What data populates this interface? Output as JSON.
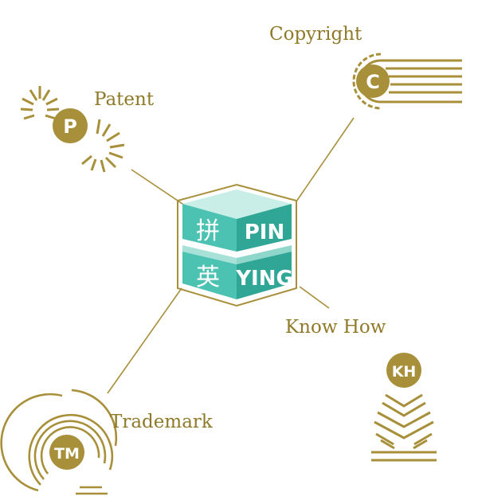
{
  "colors": {
    "gold": "#a88f3a",
    "teal_light": "#7fd3c7",
    "teal": "#3bb5a6",
    "teal_dark": "#2a9a8c",
    "white": "#ffffff"
  },
  "center": {
    "cn_top": "拼",
    "cn_bottom": "英",
    "en_top": "PIN",
    "en_bottom": "YING"
  },
  "nodes": {
    "patent": {
      "label": "Patent",
      "badge": "P",
      "icon": "patent-sunburst-icon"
    },
    "copyright": {
      "label": "Copyright",
      "badge": "C",
      "icon": "copyright-arc-lines-icon"
    },
    "trademark": {
      "label": "Trademark",
      "badge": "TM",
      "icon": "trademark-fingerprint-icon"
    },
    "knowhow": {
      "label": "Know How",
      "badge": "KH",
      "icon": "knowhow-chevron-stack-icon"
    }
  }
}
